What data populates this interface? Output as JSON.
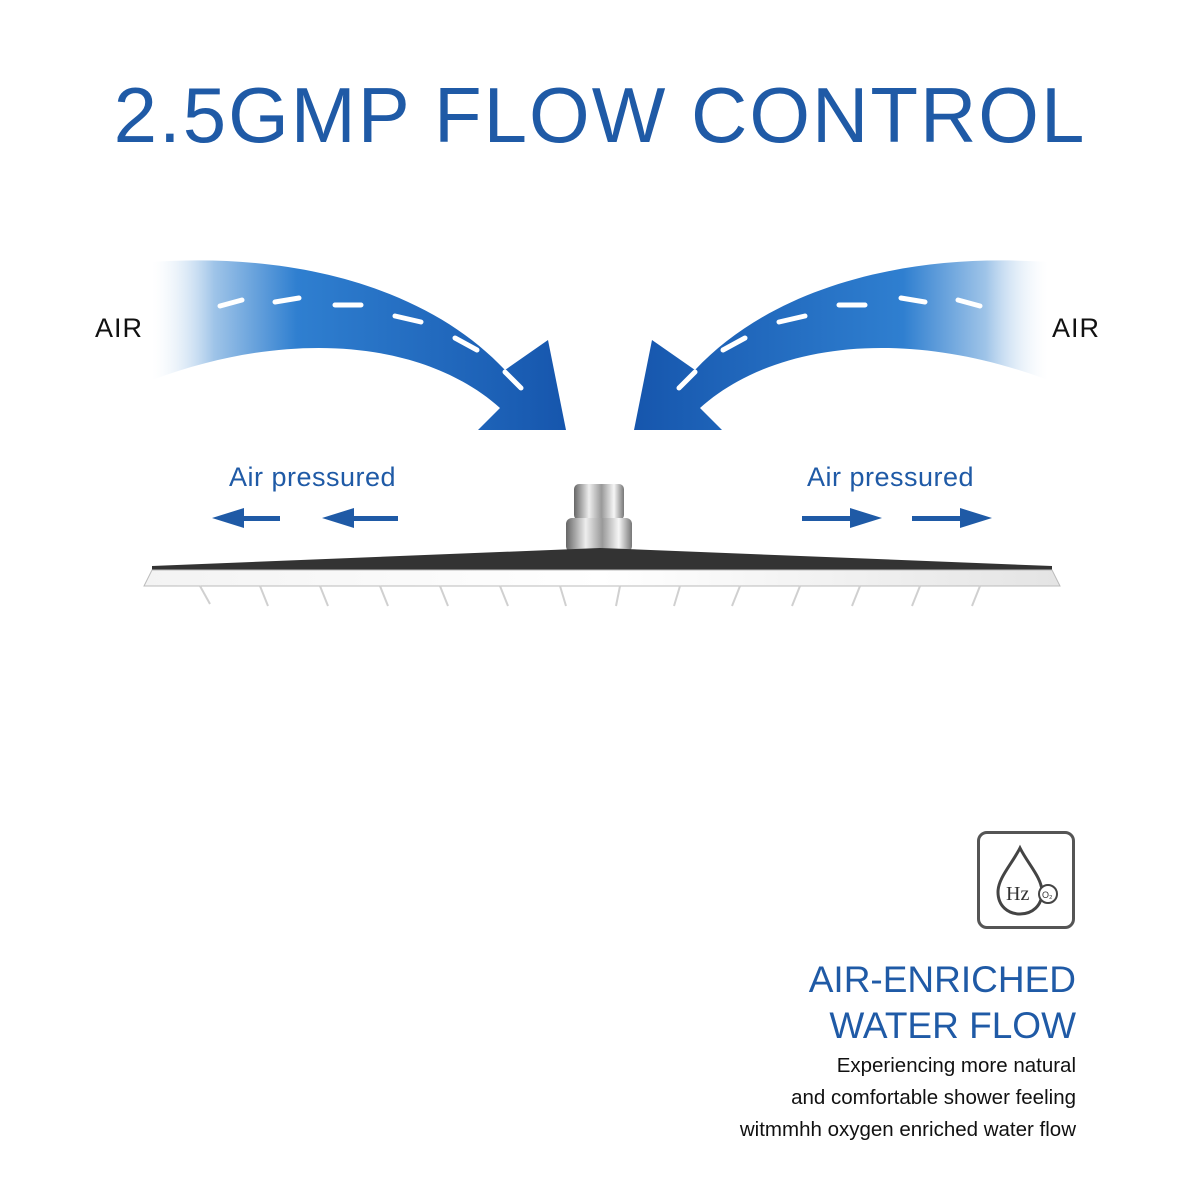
{
  "headline": "2.5GMP FLOW CONTROL",
  "air_left": "AIR",
  "air_right": "AIR",
  "pressure_left": "Air pressured",
  "pressure_right": "Air pressured",
  "icon_symbol": "Hz",
  "icon_badge": "O₂",
  "feature": {
    "title_line1": "AIR-ENRICHED",
    "title_line2": "WATER FLOW",
    "desc_line1": "Experiencing more natural",
    "desc_line2": "and comfortable shower feeling",
    "desc_line3": "witmmhh oxygen enriched water flow"
  },
  "icons": [
    "air-flow-arrow-left-icon",
    "air-flow-arrow-right-icon",
    "pressure-arrow-icon",
    "shower-head-icon",
    "water-drop-icon"
  ],
  "colors": {
    "accent": "#1f5aa6",
    "text": "#111111"
  }
}
